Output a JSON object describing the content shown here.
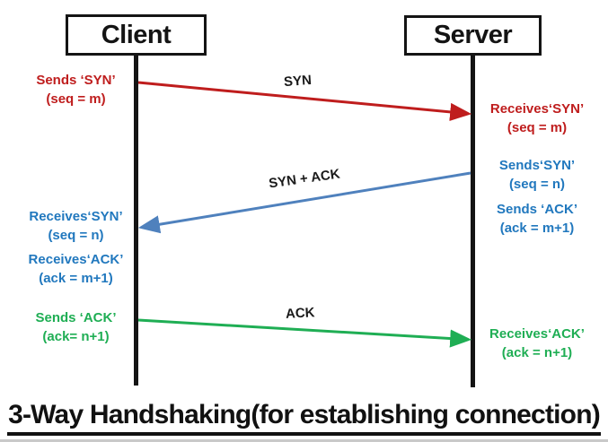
{
  "title": "3-Way Handshaking(for establishing connection)",
  "actors": {
    "client": "Client",
    "server": "Server"
  },
  "messages": [
    {
      "label": "SYN",
      "from": "client",
      "to": "server"
    },
    {
      "label": "SYN + ACK",
      "from": "server",
      "to": "client"
    },
    {
      "label": "ACK",
      "from": "client",
      "to": "server"
    }
  ],
  "notes": {
    "client": [
      {
        "line1": "Sends ‘SYN’",
        "line2": "(seq = m)",
        "color": "red"
      },
      {
        "line1": "Receives‘SYN’",
        "line2": "(seq = n)",
        "color": "blue"
      },
      {
        "line1": "Receives‘ACK’",
        "line2": "(ack = m+1)",
        "color": "blue"
      },
      {
        "line1": "Sends ‘ACK’",
        "line2": "(ack= n+1)",
        "color": "green"
      }
    ],
    "server": [
      {
        "line1": "Receives‘SYN’",
        "line2": "(seq = m)",
        "color": "red"
      },
      {
        "line1": "Sends‘SYN’",
        "line2": "(seq = n)",
        "color": "blue"
      },
      {
        "line1": "Sends ‘ACK’",
        "line2": "(ack = m+1)",
        "color": "blue"
      },
      {
        "line1": "Receives‘ACK’",
        "line2": "(ack = n+1)",
        "color": "green"
      }
    ]
  },
  "colors": {
    "syn_arrow_red": "#bf1d1d",
    "synack_arrow_blue": "#4f81bd",
    "ack_arrow_green": "#1fae54",
    "text_red": "#bf1d1d",
    "text_blue": "#2178be",
    "text_green": "#1fae54",
    "lifeline_black": "#141414"
  }
}
